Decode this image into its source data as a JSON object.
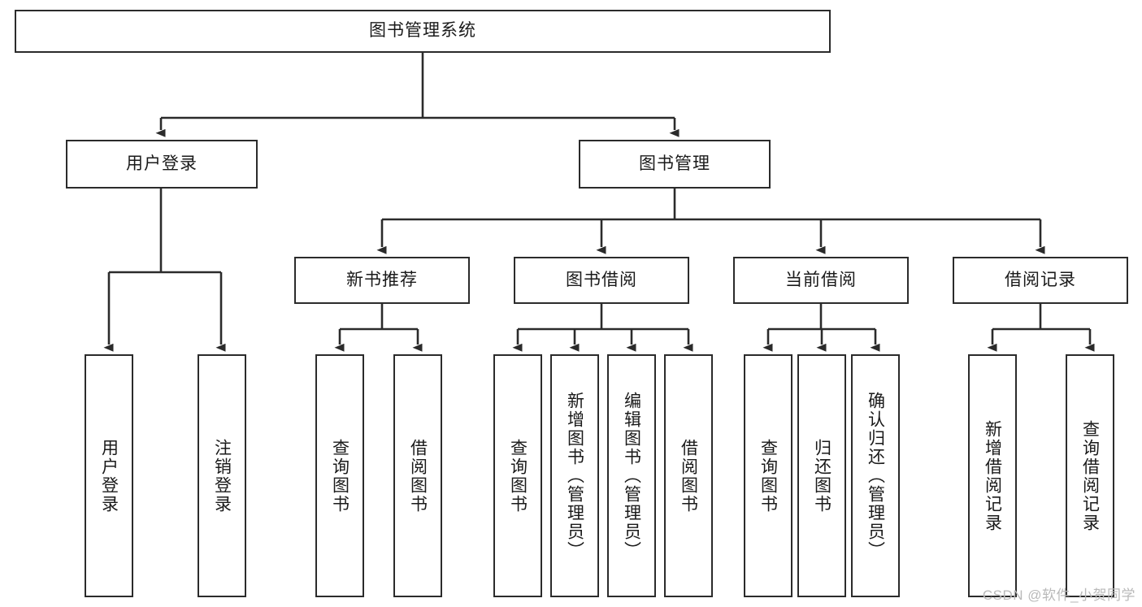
{
  "diagram": {
    "type": "tree-hierarchy",
    "title": "图书管理系统",
    "watermark": "CSDN @软件_小贺同学",
    "colors": {
      "background": "#ffffff",
      "box_border": "#2b2b2b",
      "box_fill": "#ffffff",
      "connector": "#2b2b2b",
      "text": "#1a1a1a",
      "watermark": "#b9b9b9"
    },
    "nodes": {
      "root": {
        "label": "图书管理系统",
        "level": 0
      },
      "user_login": {
        "label": "用户登录",
        "level": 1
      },
      "book_manage": {
        "label": "图书管理",
        "level": 1
      },
      "new_book_rec": {
        "label": "新书推荐",
        "level": 2
      },
      "book_borrow": {
        "label": "图书借阅",
        "level": 2
      },
      "current_borrow": {
        "label": "当前借阅",
        "level": 2
      },
      "borrow_record": {
        "label": "借阅记录",
        "level": 2
      },
      "leaf_user_login": {
        "label": "用户登录",
        "level": 3
      },
      "leaf_logout": {
        "label": "注销登录",
        "level": 3
      },
      "leaf_query_book_1": {
        "label": "查询图书",
        "level": 3
      },
      "leaf_borrow_book_1": {
        "label": "借阅图书",
        "level": 3
      },
      "leaf_query_book_2": {
        "label": "查询图书",
        "level": 3
      },
      "leaf_add_book": {
        "label": "新增图书（管理员）",
        "level": 3
      },
      "leaf_edit_book": {
        "label": "编辑图书（管理员）",
        "level": 3
      },
      "leaf_borrow_book_2": {
        "label": "借阅图书",
        "level": 3
      },
      "leaf_query_book_3": {
        "label": "查询图书",
        "level": 3
      },
      "leaf_return_book": {
        "label": "归还图书",
        "level": 3
      },
      "leaf_confirm_return": {
        "label": "确认归还（管理员）",
        "level": 3
      },
      "leaf_add_record": {
        "label": "新增借阅记录",
        "level": 3
      },
      "leaf_query_record": {
        "label": "查询借阅记录",
        "level": 3
      }
    },
    "edges": [
      {
        "from": "root",
        "to": "user_login"
      },
      {
        "from": "root",
        "to": "book_manage"
      },
      {
        "from": "user_login",
        "to": "leaf_user_login"
      },
      {
        "from": "user_login",
        "to": "leaf_logout"
      },
      {
        "from": "book_manage",
        "to": "new_book_rec"
      },
      {
        "from": "book_manage",
        "to": "book_borrow"
      },
      {
        "from": "book_manage",
        "to": "current_borrow"
      },
      {
        "from": "book_manage",
        "to": "borrow_record"
      },
      {
        "from": "new_book_rec",
        "to": "leaf_query_book_1"
      },
      {
        "from": "new_book_rec",
        "to": "leaf_borrow_book_1"
      },
      {
        "from": "book_borrow",
        "to": "leaf_query_book_2"
      },
      {
        "from": "book_borrow",
        "to": "leaf_add_book"
      },
      {
        "from": "book_borrow",
        "to": "leaf_edit_book"
      },
      {
        "from": "book_borrow",
        "to": "leaf_borrow_book_2"
      },
      {
        "from": "current_borrow",
        "to": "leaf_query_book_3"
      },
      {
        "from": "current_borrow",
        "to": "leaf_return_book"
      },
      {
        "from": "current_borrow",
        "to": "leaf_confirm_return"
      },
      {
        "from": "borrow_record",
        "to": "leaf_add_record"
      },
      {
        "from": "borrow_record",
        "to": "leaf_query_record"
      }
    ]
  }
}
